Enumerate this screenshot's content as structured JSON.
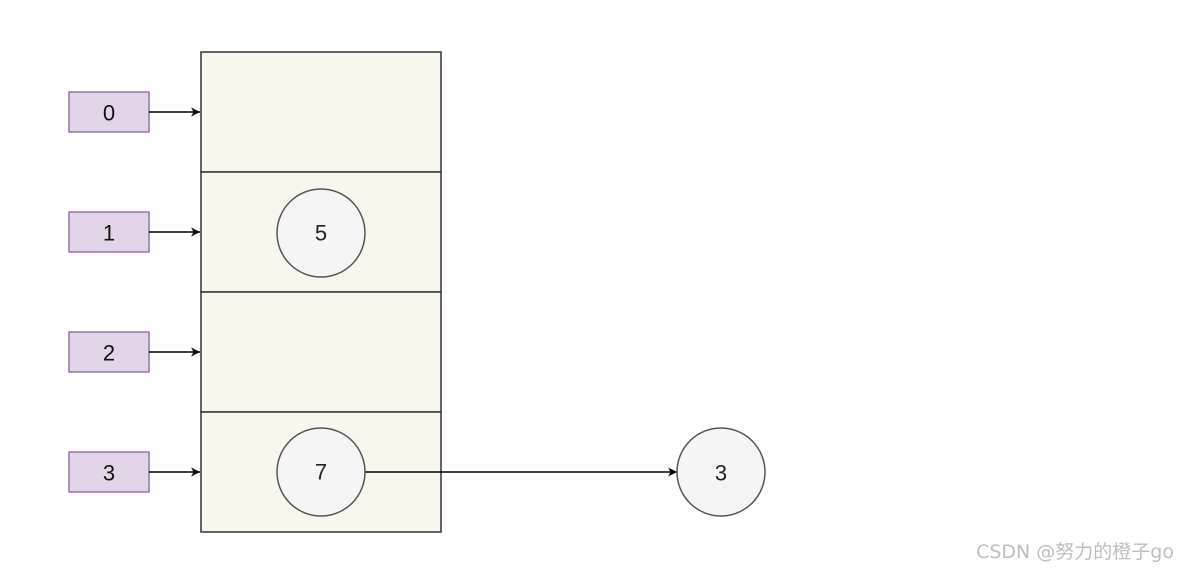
{
  "index_boxes": [
    {
      "label": "0"
    },
    {
      "label": "1"
    },
    {
      "label": "2"
    },
    {
      "label": "3"
    }
  ],
  "buckets": [
    {
      "node": null
    },
    {
      "node": "5"
    },
    {
      "node": null
    },
    {
      "node": "7"
    }
  ],
  "chain": [
    {
      "from": "7",
      "to": "3"
    }
  ],
  "external_nodes": [
    {
      "label": "3"
    }
  ],
  "colors": {
    "index_fill": "#e1d5e7",
    "index_stroke": "#9673a6",
    "bucket_fill": "#f9f7ed",
    "node_fill": "#f5f5f5"
  },
  "watermark": "CSDN @努力的橙子go"
}
